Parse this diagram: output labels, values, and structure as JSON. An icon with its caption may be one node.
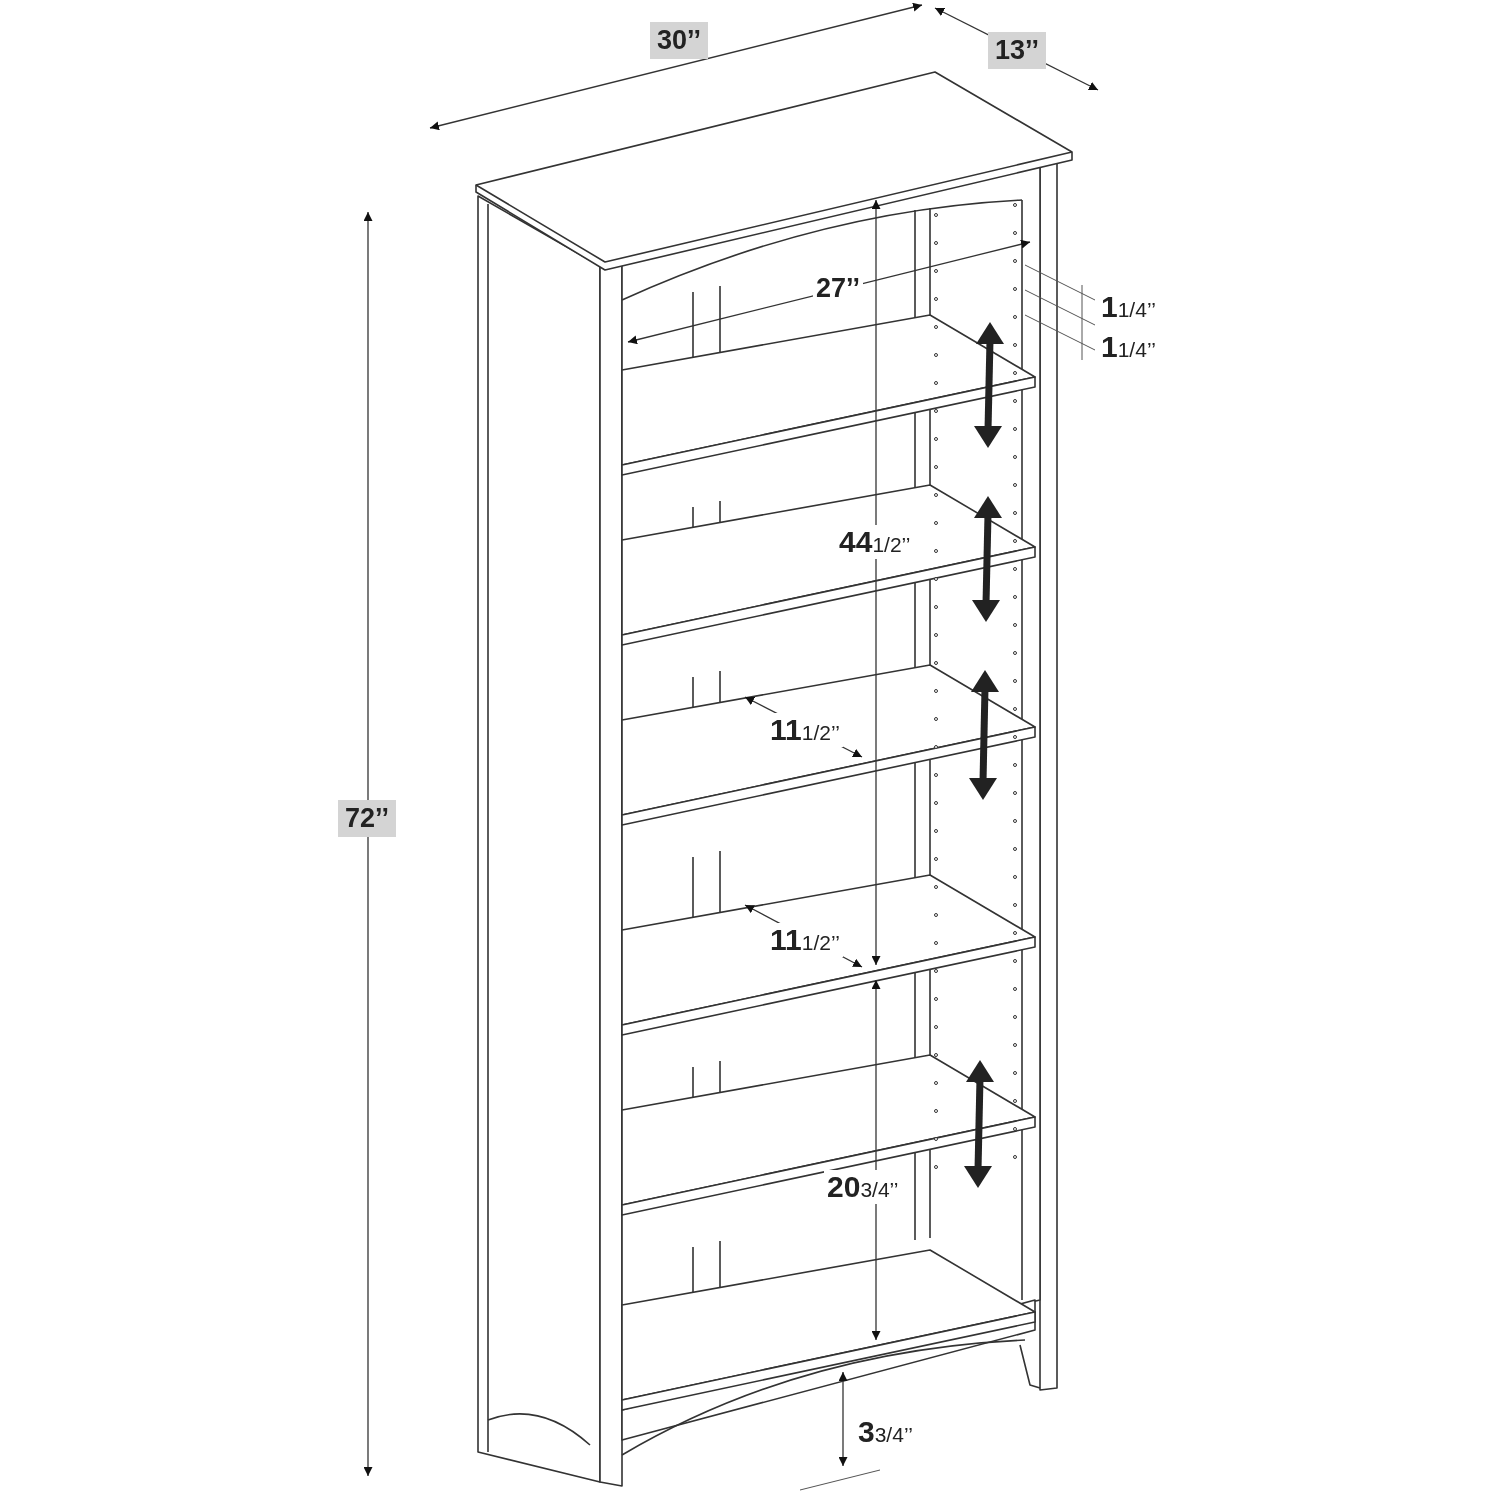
{
  "diagram": {
    "labels": [
      "30’’",
      "13’’",
      "27’’",
      "**1**1/4’’",
      "**1**1/4’’",
      "**44**1/2’’",
      "**11**1/2’’",
      "72’’",
      "**11**1/2’’",
      "**20**3/4’’",
      "**3**3/4’’"
    ]
  }
}
